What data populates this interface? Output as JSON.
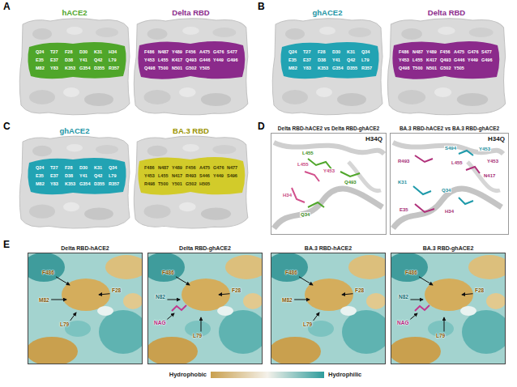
{
  "diagram": {
    "nodes": [
      {
        "text": [
          "hACE2"
        ]
      },
      {
        "text": [
          "Delta RBD"
        ]
      },
      {
        "text": [
          "ghACE2"
        ]
      },
      {
        "text": [
          "Delta RBD"
        ]
      },
      {
        "text": [
          "ghACE2"
        ]
      },
      {
        "text": [
          "BA.3 RBD"
        ]
      },
      {
        "text": [
          "Delta RBD-hACE2 vs Delta RBD-ghACE2",
          "H34Q"
        ]
      },
      {
        "text": [
          "BA.3 RBD-hACE2 vs BA.3 RBD-ghACE2",
          "H34Q"
        ]
      },
      {
        "text": [
          "Delta RBD-hACE2"
        ]
      },
      {
        "text": [
          "Delta RBD-ghACE2"
        ]
      },
      {
        "text": [
          "BA.3 RBD-hACE2"
        ]
      },
      {
        "text": [
          "BA.3 RBD-ghACE2"
        ]
      }
    ],
    "labels": [
      "A",
      "Q24",
      "T27",
      "F28",
      "D30",
      "K31",
      "H34",
      "E35",
      "E37",
      "D38",
      "Y41",
      "Q42",
      "L79",
      "M82",
      "Y83",
      "K353",
      "G354",
      "D355",
      "R357",
      "F486",
      "N487",
      "Y489",
      "F456",
      "A475",
      "G476",
      "S477",
      "Y453",
      "L455",
      "K417",
      "Q493",
      "G446",
      "Y449",
      "G496",
      "Q498",
      "T500",
      "N501",
      "G502",
      "Y505",
      "B",
      "Q24",
      "T27",
      "F28",
      "D30",
      "K31",
      "Q34",
      "E35",
      "E37",
      "D38",
      "Y41",
      "Q42",
      "L79",
      "M82",
      "Y83",
      "K353",
      "G354",
      "D355",
      "R357",
      "F486",
      "N487",
      "Y489",
      "F456",
      "A475",
      "G476",
      "S477",
      "Y453",
      "L455",
      "K417",
      "Q493",
      "G446",
      "Y449",
      "G496",
      "Q498",
      "T500",
      "N501",
      "G502",
      "Y505",
      "C",
      "Q24",
      "T27",
      "F28",
      "D30",
      "K31",
      "Q34",
      "E35",
      "E37",
      "D38",
      "Y41",
      "Q42",
      "L79",
      "M82",
      "Y83",
      "K353",
      "G354",
      "D355",
      "R357",
      "F486",
      "N487",
      "Y489",
      "F456",
      "A475",
      "G476",
      "N477",
      "Y453",
      "L455",
      "N417",
      "R493",
      "S446",
      "Y449",
      "S496",
      "R498",
      "T500",
      "Y501",
      "G502",
      "H505",
      "D",
      "L455",
      "L455",
      "Y453",
      "Q493",
      "H34",
      "Q34",
      "R493",
      "S494",
      "Y453",
      "L455",
      "Y453",
      "N417",
      "K31",
      "Q34",
      "E35",
      "H34",
      "E",
      "F486",
      "F28",
      "M82",
      "L79",
      "F486",
      "F28",
      "N82",
      "NAG",
      "L79",
      "F486",
      "F28",
      "M82",
      "L79",
      "F486",
      "F28",
      "N82",
      "NAG",
      "L79"
    ],
    "legend": [
      {
        "text": "Hydrophobic",
        "color": "#c9a04e"
      },
      {
        "text": "Hydrophilic",
        "color": "#2e9c9c"
      }
    ]
  }
}
